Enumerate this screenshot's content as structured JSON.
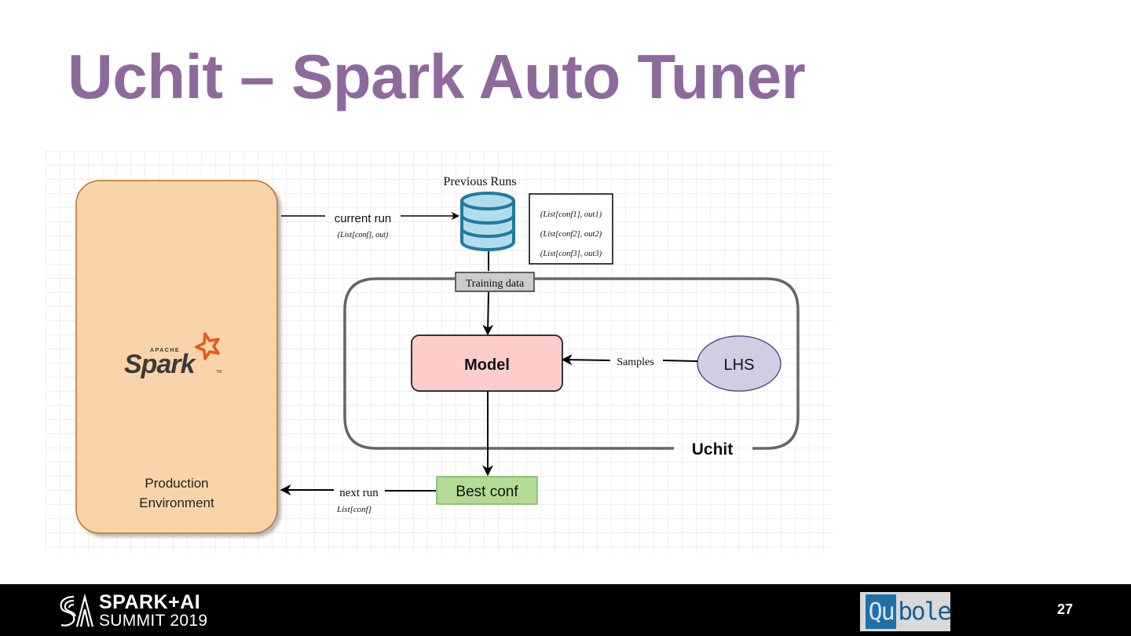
{
  "slide": {
    "title": "Uchit – Spark Auto Tuner",
    "page_number": "27",
    "title_color": "#8e6a9c"
  },
  "diagram": {
    "production_env": {
      "logo_small": "APACHE",
      "logo_main": "Spark",
      "logo_tm": "TM",
      "label_line1": "Production",
      "label_line2": "Environment",
      "fill": "#f9d4aa",
      "stroke": "#b8742a"
    },
    "previous_runs": {
      "label": "Previous Runs",
      "icon": "database-icon",
      "fill": "#b1dcee",
      "stroke": "#22799f",
      "entries": [
        "(List[conf1], out1)",
        "(List[conf2], out2)",
        "(List[conf3], out3)"
      ]
    },
    "current_run": {
      "label": "current run",
      "sublabel": "(List[conf], out)"
    },
    "training_data": {
      "label": "Training data"
    },
    "uchit_container": {
      "label": "Uchit"
    },
    "model": {
      "label": "Model",
      "fill": "#ffcccc"
    },
    "lhs": {
      "label": "LHS",
      "fill": "#d0cee2"
    },
    "samples": {
      "label": "Samples"
    },
    "best_conf": {
      "label": "Best conf",
      "fill": "#b3db95"
    },
    "next_run": {
      "label": "next run",
      "sublabel": "List[conf]"
    }
  },
  "footer": {
    "event_line1": "SPARK+AI",
    "event_line2": "SUMMIT 2019",
    "sponsor_qu": "Qu",
    "sponsor_bole": "bole"
  }
}
